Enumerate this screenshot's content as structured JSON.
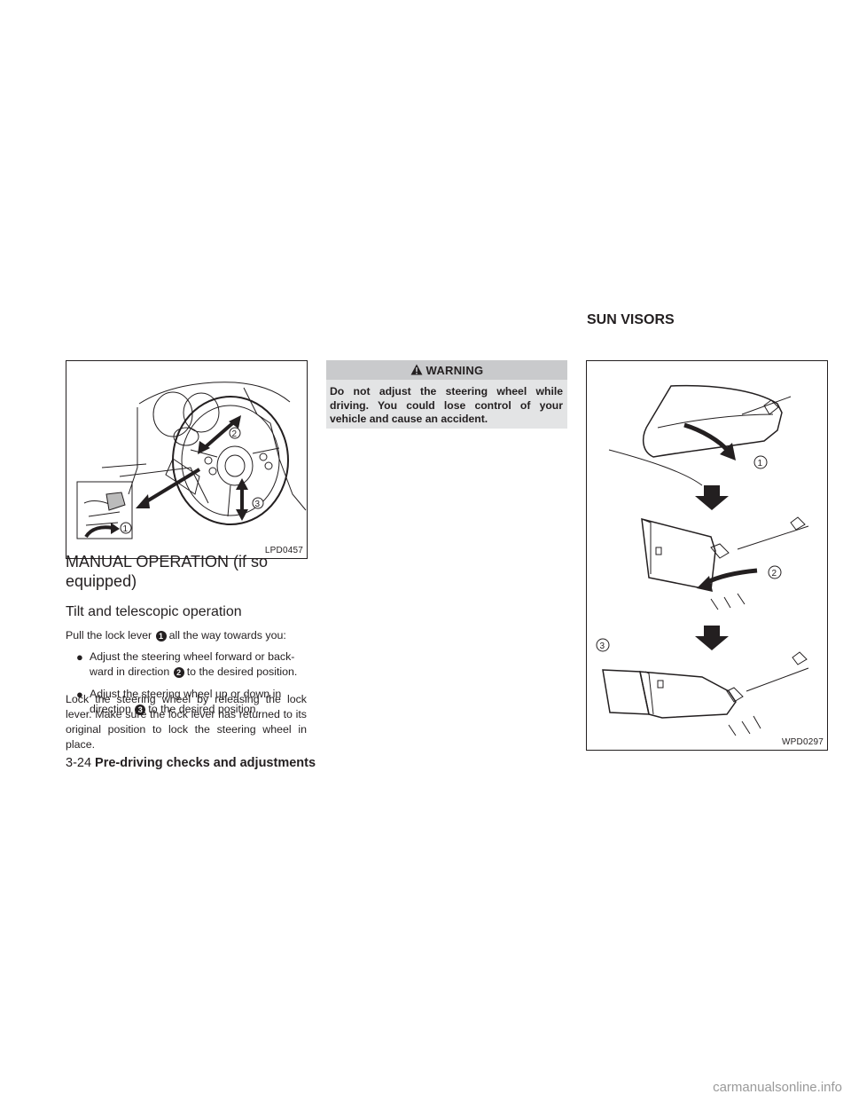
{
  "sections": {
    "sun_visors_title": "SUN VISORS"
  },
  "figures": {
    "left_code": "LPD0457",
    "right_code": "WPD0297",
    "labels": [
      "1",
      "2",
      "3"
    ]
  },
  "manual": {
    "heading": "MANUAL OPERATION (if so equipped)",
    "subheading": "Tilt and telescopic operation",
    "intro_before": "Pull the lock lever",
    "intro_num": "1",
    "intro_after": "all the way towards you:",
    "bullets": [
      {
        "before": "Adjust the steering wheel forward or back- ward in direction",
        "num": "2",
        "after": "to the desired position."
      },
      {
        "before": "Adjust the steering wheel up or down in direction",
        "num": "3",
        "after": "to the desired position."
      }
    ],
    "closing": "Lock the steering wheel by releasing the lock lever. Make sure the lock lever has returned to its original position to lock the steering wheel in place."
  },
  "warning": {
    "title": "WARNING",
    "body": "Do not adjust the steering wheel while driving. You could lose control of your vehicle and cause an accident."
  },
  "footer": {
    "page": "3-24",
    "title": "Pre-driving checks and adjustments"
  },
  "watermark": "carmanualsonline.info"
}
